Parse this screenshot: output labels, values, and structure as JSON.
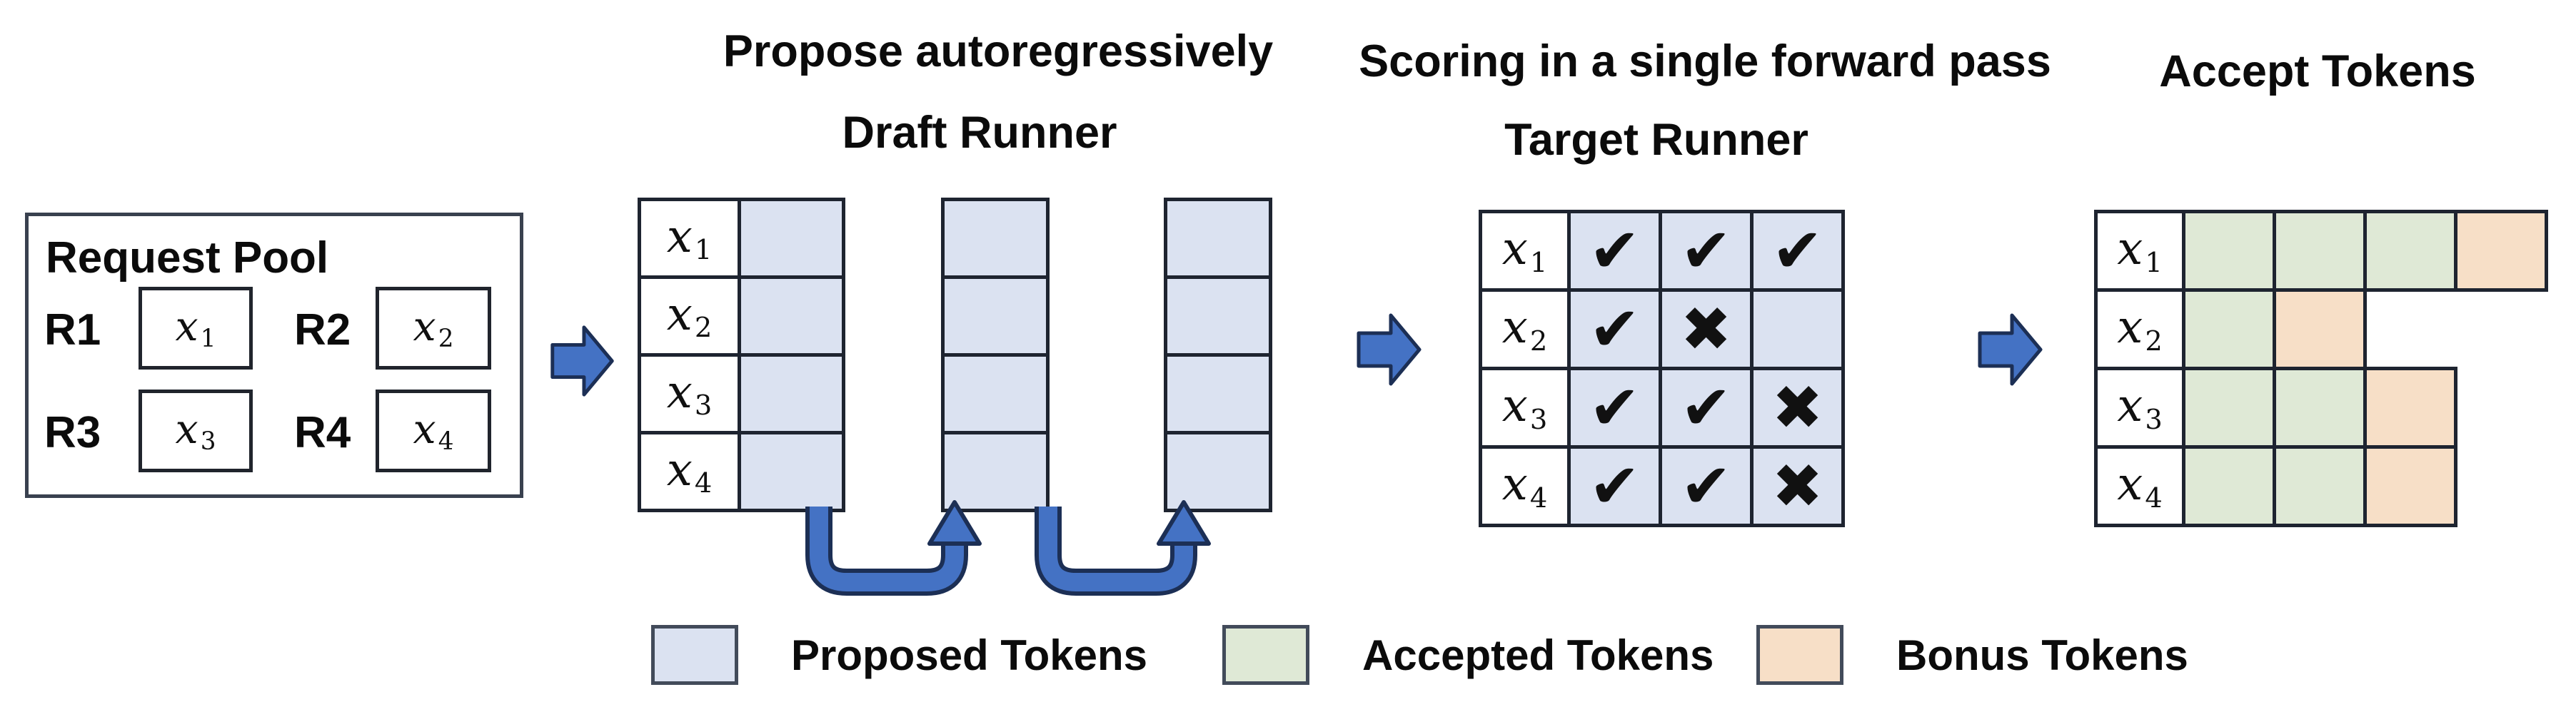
{
  "titles": {
    "propose": "Propose autoregressively",
    "draft_runner": "Draft Runner",
    "scoring": "Scoring in a single forward pass",
    "target_runner": "Target Runner",
    "accept": "Accept Tokens"
  },
  "request_pool": {
    "title": "Request Pool",
    "requests": [
      {
        "id": "R1",
        "token": "x",
        "sub": "1"
      },
      {
        "id": "R2",
        "token": "x",
        "sub": "2"
      },
      {
        "id": "R3",
        "token": "x",
        "sub": "3"
      },
      {
        "id": "R4",
        "token": "x",
        "sub": "4"
      }
    ]
  },
  "draft": {
    "labels": [
      {
        "base": "x",
        "sub": "1"
      },
      {
        "base": "x",
        "sub": "2"
      },
      {
        "base": "x",
        "sub": "3"
      },
      {
        "base": "x",
        "sub": "4"
      }
    ],
    "proposal_columns": 3,
    "rows_per_column": 4
  },
  "target": {
    "rows": [
      {
        "label": "x",
        "sub": "1",
        "marks": [
          "✔",
          "✔",
          "✔"
        ]
      },
      {
        "label": "x",
        "sub": "2",
        "marks": [
          "✔",
          "✖",
          ""
        ]
      },
      {
        "label": "x",
        "sub": "3",
        "marks": [
          "✔",
          "✔",
          "✖"
        ]
      },
      {
        "label": "x",
        "sub": "4",
        "marks": [
          "✔",
          "✔",
          "✖"
        ]
      }
    ]
  },
  "accept": {
    "rows": [
      {
        "label": "x",
        "sub": "1",
        "cells": [
          "accepted",
          "accepted",
          "accepted",
          "bonus"
        ]
      },
      {
        "label": "x",
        "sub": "2",
        "cells": [
          "accepted",
          "bonus"
        ]
      },
      {
        "label": "x",
        "sub": "3",
        "cells": [
          "accepted",
          "accepted",
          "bonus"
        ]
      },
      {
        "label": "x",
        "sub": "4",
        "cells": [
          "accepted",
          "accepted",
          "bonus"
        ]
      }
    ]
  },
  "legend": [
    {
      "key": "proposed",
      "label": "Proposed Tokens",
      "color": "#dbe2f1"
    },
    {
      "key": "accepted",
      "label": "Accepted Tokens",
      "color": "#dfe9d6"
    },
    {
      "key": "bonus",
      "label": "Bonus Tokens",
      "color": "#f7dfc7"
    }
  ],
  "colors": {
    "proposed_cell": "#dbe2f1",
    "accepted_cell": "#dfe9d6",
    "bonus_cell": "#f7dfc7",
    "arrow_fill": "#4472c4",
    "arrow_outline": "#1c2f55",
    "table_border": "#1e2430"
  }
}
